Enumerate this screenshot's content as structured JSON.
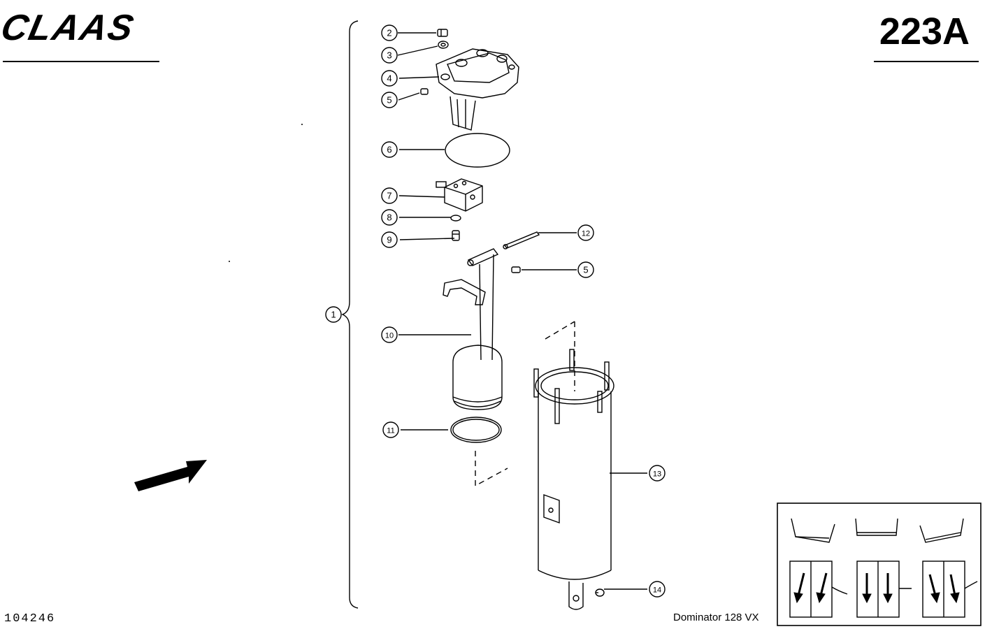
{
  "header": {
    "brand": "CLAAS",
    "page_number": "223A"
  },
  "footer": {
    "document_number": "104246",
    "model": "Dominator 128 VX"
  },
  "callouts": [
    "1",
    "2",
    "3",
    "4",
    "5",
    "6",
    "7",
    "8",
    "9",
    "10",
    "11",
    "12",
    "5",
    "13",
    "14"
  ],
  "icons": {
    "direction_arrow": "direction-arrow-icon",
    "installation_panel": "installation-variant-icons"
  }
}
